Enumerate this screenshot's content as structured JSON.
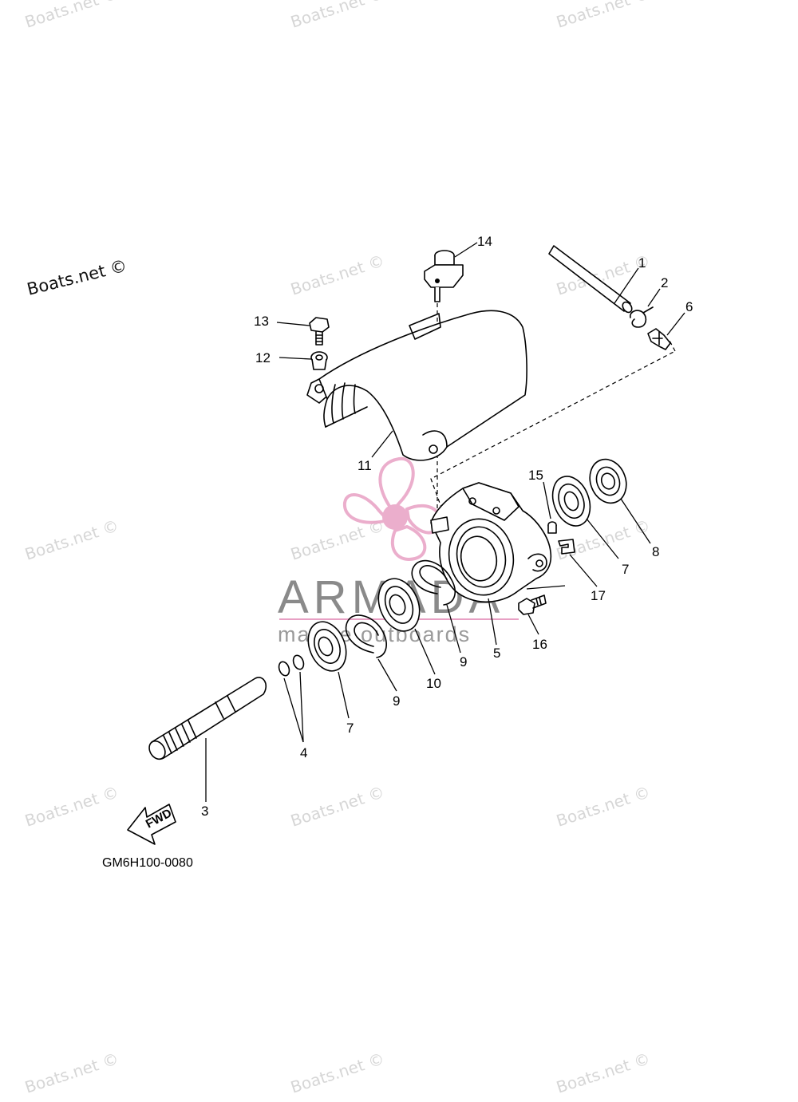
{
  "watermark": {
    "text": "Boats.net ©"
  },
  "callouts": {
    "c1": "1",
    "c2": "2",
    "c3": "3",
    "c4": "4",
    "c5": "5",
    "c6": "6",
    "c7a": "7",
    "c7b": "7",
    "c8": "8",
    "c9a": "9",
    "c9b": "9",
    "c10": "10",
    "c11": "11",
    "c12": "12",
    "c13": "13",
    "c14": "14",
    "c15": "15",
    "c16": "16",
    "c17": "17"
  },
  "logo": {
    "name": "ARMADA",
    "tagline": "marine outboards",
    "accent": "#e8a0c4"
  },
  "fwd_label": "FWD",
  "diagram_code": "GM6H100-0080"
}
